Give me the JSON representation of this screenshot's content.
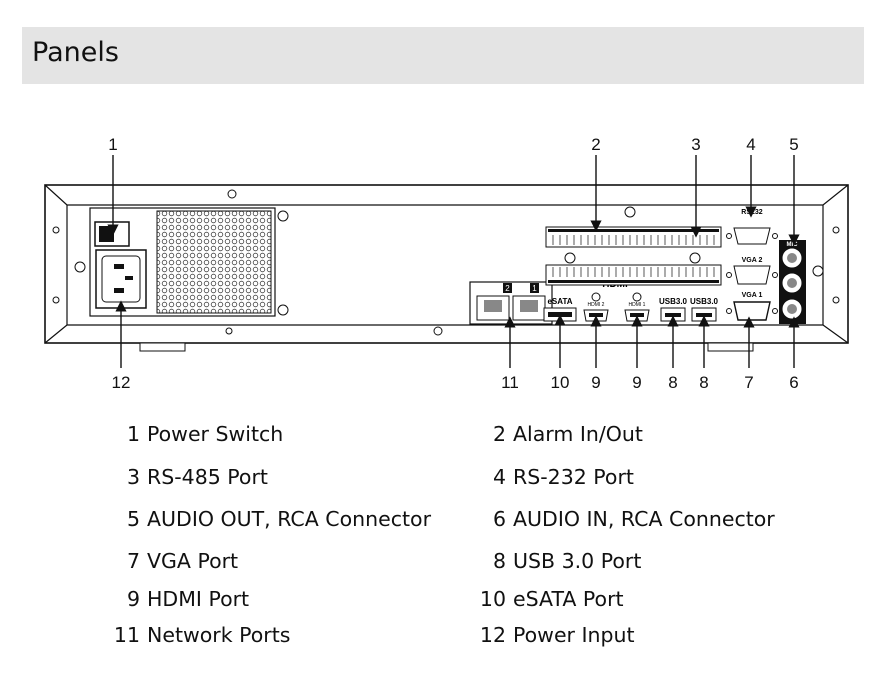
{
  "header": {
    "title": "Panels"
  },
  "callouts_top": [
    "1",
    "2",
    "3",
    "4",
    "5"
  ],
  "callouts_bottom": [
    "12",
    "11",
    "10",
    "9",
    "9",
    "8",
    "8",
    "7",
    "6"
  ],
  "panel_labels": {
    "rs232": "RS232",
    "vga2": "VGA 2",
    "vga1": "VGA 1",
    "mic": "MIC",
    "esata": "eSATA",
    "usb3_a": "USB3.0",
    "usb3_b": "USB3.0",
    "hdmi_logo": "HDMI",
    "hdmi2": "HDMI 2",
    "hdmi1": "HDMI 1",
    "lan2": "2",
    "lan1": "1"
  },
  "legend": [
    {
      "num": "1",
      "label": "Power Switch"
    },
    {
      "num": "2",
      "label": "Alarm In/Out"
    },
    {
      "num": "3",
      "label": "RS-485 Port"
    },
    {
      "num": "4",
      "label": "RS-232 Port"
    },
    {
      "num": "5",
      "label": "AUDIO OUT, RCA Connector"
    },
    {
      "num": "6",
      "label": "AUDIO IN, RCA Connector"
    },
    {
      "num": "7",
      "label": "VGA Port"
    },
    {
      "num": "8",
      "label": "USB 3.0 Port"
    },
    {
      "num": "9",
      "label": "HDMI Port"
    },
    {
      "num": "10",
      "label": "eSATA Port"
    },
    {
      "num": "11",
      "label": "Network Ports"
    },
    {
      "num": "12",
      "label": "Power Input"
    }
  ]
}
